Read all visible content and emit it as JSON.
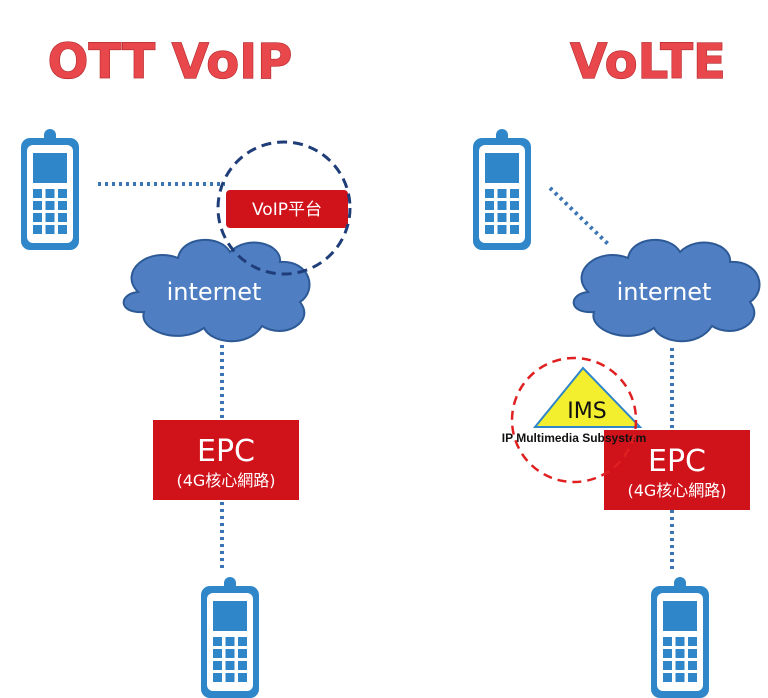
{
  "left": {
    "title": "OTT VoIP",
    "cloud_label": "internet",
    "voip_platform_label": "VoIP平台",
    "epc": {
      "label": "EPC",
      "sublabel": "(4G核心網路)"
    }
  },
  "right": {
    "title": "VoLTE",
    "cloud_label": "internet",
    "ims": {
      "label": "IMS",
      "sublabel": "IP Multimedia Subsystem"
    },
    "epc": {
      "label": "EPC",
      "sublabel": "(4G核心網路)"
    }
  },
  "colors": {
    "title_red": "#e8474b",
    "box_red": "#d0121b",
    "cloud_blue": "#4f7fc2",
    "link_blue": "#3b74b5",
    "phone_blue": "#2f86c8",
    "ims_yellow": "#f3ee2e"
  },
  "icons": [
    "mobile-phone-icon",
    "internet-cloud-icon",
    "ims-triangle-icon"
  ]
}
